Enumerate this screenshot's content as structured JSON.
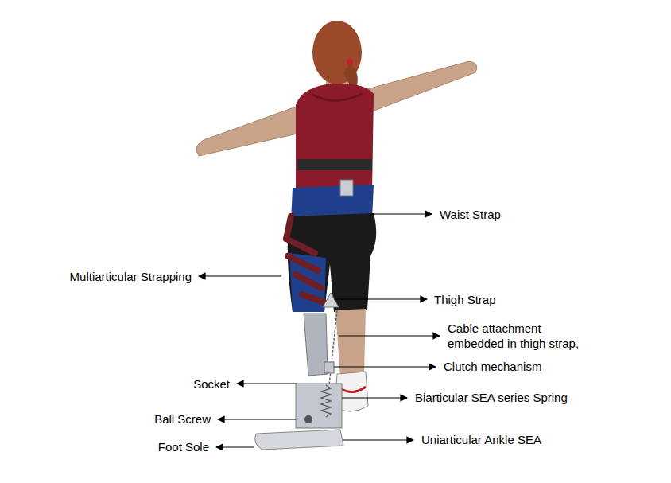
{
  "diagram": {
    "labels": [
      "Waist Strap",
      "Multiarticular Strapping",
      "Thigh Strap",
      "Cable attachment embedded in thigh strap,",
      "Clutch mechanism",
      "Socket",
      "Biarticular SEA series Spring",
      "Ball Screw",
      "Uniarticular Ankle SEA",
      "Foot Sole"
    ]
  }
}
